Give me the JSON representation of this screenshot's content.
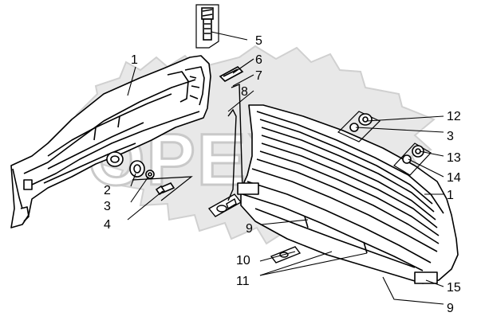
{
  "watermark": {
    "text": "OPEX"
  },
  "callouts": [
    "1",
    "2",
    "3",
    "4",
    "5",
    "6",
    "7",
    "8",
    "9",
    "10",
    "11",
    "12",
    "3",
    "13",
    "14",
    "1",
    "15",
    "9"
  ]
}
